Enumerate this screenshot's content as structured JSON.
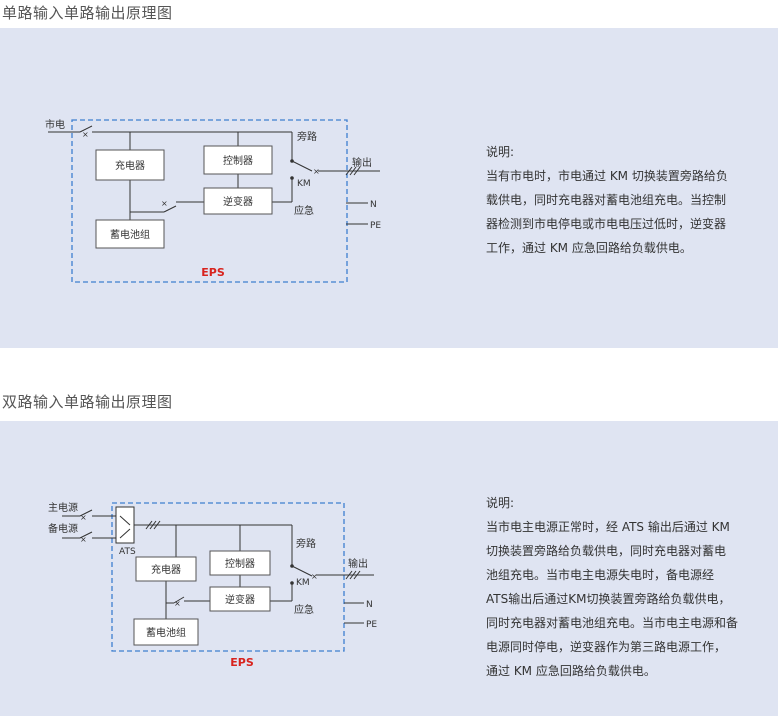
{
  "section1": {
    "title": "单路输入单路输出原理图",
    "diagram": {
      "mains_label": "市电",
      "charger": "充电器",
      "controller": "控制器",
      "inverter": "逆变器",
      "battery": "蓄电池组",
      "bypass": "旁路",
      "km": "KM",
      "emergency": "应急",
      "output": "输出",
      "n": "N",
      "pe": "PE",
      "eps": "EPS"
    },
    "description": {
      "heading": "说明:",
      "lines": [
        "当有市电时，市电通过 KM 切换装置旁路给负",
        "载供电，同时充电器对蓄电池组充电。当控制",
        "器检测到市电停电或市电电压过低时，逆变器",
        "工作，通过 KM 应急回路给负载供电。"
      ]
    }
  },
  "section2": {
    "title": "双路输入单路输出原理图",
    "diagram": {
      "main_source": "主电源",
      "backup_source": "备电源",
      "ats": "ATS",
      "charger": "充电器",
      "controller": "控制器",
      "inverter": "逆变器",
      "battery": "蓄电池组",
      "bypass": "旁路",
      "km": "KM",
      "emergency": "应急",
      "output": "输出",
      "n": "N",
      "pe": "PE",
      "eps": "EPS"
    },
    "description": {
      "heading": "说明:",
      "lines": [
        "当市电主电源正常时，经 ATS 输出后通过 KM",
        "切换装置旁路给负载供电，同时充电器对蓄电",
        "池组充电。当市电主电源失电时，备电源经",
        "ATS输出后通过KM切换装置旁路给负载供电，",
        "同时充电器对蓄电池组充电。当市电主电源和备",
        "电源同时停电，逆变器作为第三路电源工作，",
        "通过 KM 应急回路给负载供电。"
      ]
    }
  },
  "colors": {
    "panel_bg": "#dfe4f2",
    "dashed_border": "#3f7fd0",
    "eps_label": "#d8231e",
    "line": "#333333"
  }
}
